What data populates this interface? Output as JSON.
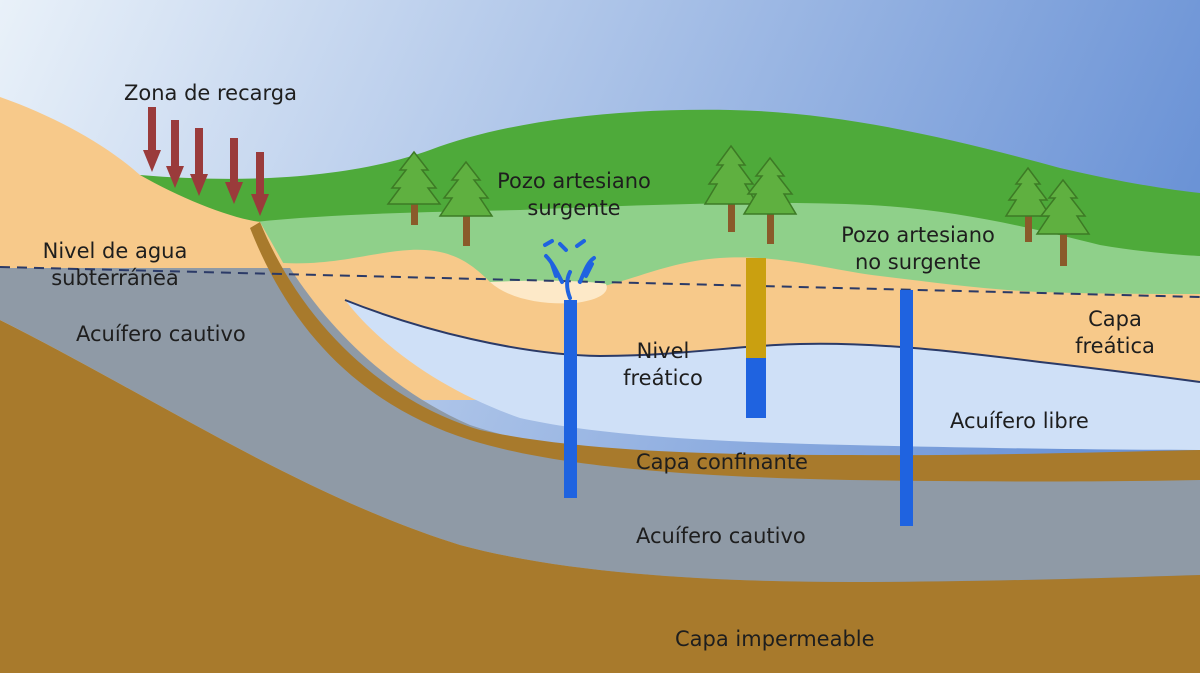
{
  "labels": {
    "recharge_zone": "Zona de recarga",
    "water_table_level_line1": "Nivel de agua",
    "water_table_level_line2": "subterránea",
    "confined_aquifer_left": "Acuífero  cautivo",
    "flowing_well_line1": "Pozo artesiano",
    "flowing_well_line2": "surgente",
    "nonflowing_well_line1": "Pozo artesiano",
    "nonflowing_well_line2": "no surgente",
    "phreatic_layer_line1": "Capa",
    "phreatic_layer_line2": "freática",
    "phreatic_level_line1": "Nivel",
    "phreatic_level_line2": "freático",
    "unconfined_aquifer": "Acuífero libre",
    "confining_layer": "Capa  confinante",
    "confined_aquifer_bottom": "Acuífero  cautivo",
    "impermeable_layer": "Capa impermeable"
  },
  "colors": {
    "sky_top": "#e9f1f9",
    "sky_bottom": "#6b93d6",
    "grass_dark": "#4eaa3a",
    "grass_light": "#8fd08a",
    "sand": "#f7c98a",
    "sand_pale": "#fde9c8",
    "confined_aquifer": "#8f9aa6",
    "unconfined_aquifer": "#cfe0f7",
    "brown_layer": "#a87a2c",
    "well_blue": "#1f63e0",
    "well_gold": "#caa010",
    "recharge_arrow": "#9a3b3b",
    "water_table_line": "#2b3a67",
    "tree_foliage": "#5fb040",
    "tree_trunk": "#8a5a2a"
  }
}
